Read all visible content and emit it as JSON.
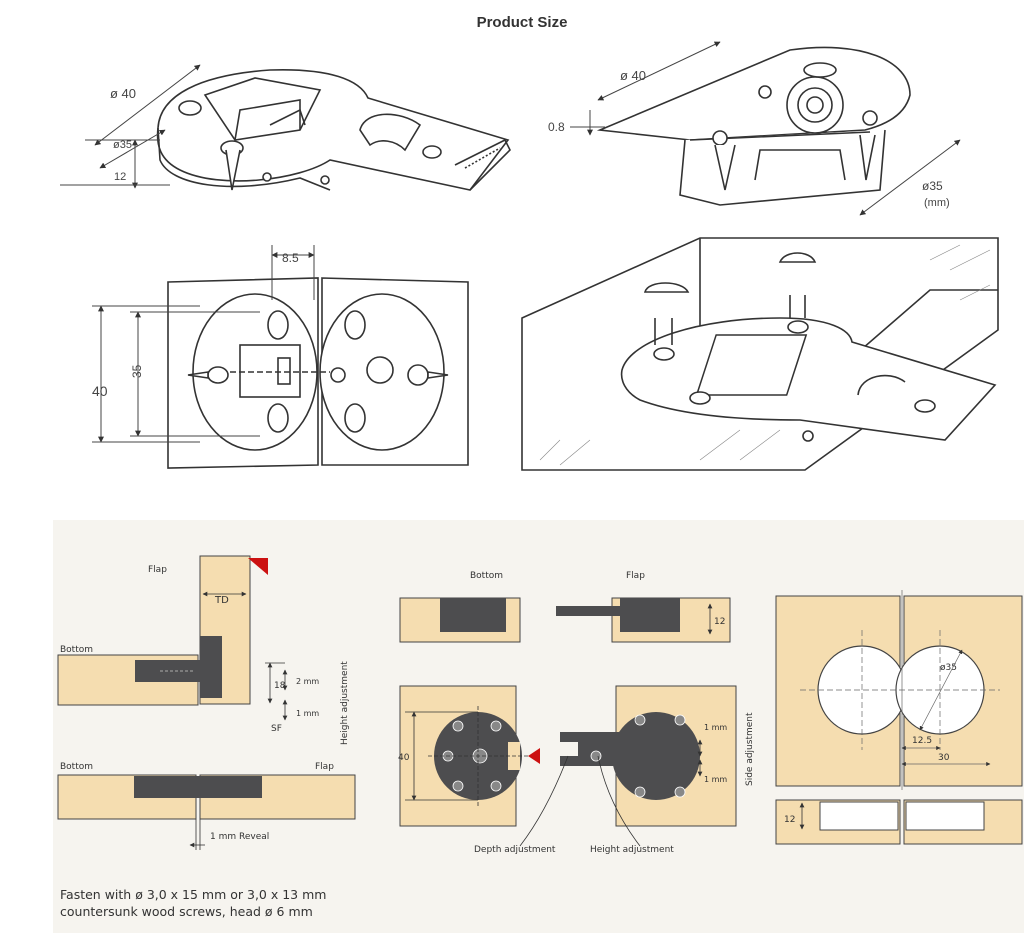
{
  "title": "Product Size",
  "top_left": {
    "d40": "ø 40",
    "d35": "ø35",
    "h12": "12"
  },
  "top_right": {
    "d40": "ø 40",
    "t08": "0.8",
    "d35": "ø35",
    "mm": "(mm)"
  },
  "mid_left": {
    "w85": "8.5",
    "h35": "35",
    "h40": "40"
  },
  "bottom_left": {
    "flap": "Flap",
    "td": "TD",
    "bottom": "Bottom",
    "v18": "18",
    "v2mm": "2 mm",
    "v1mm": "1 mm",
    "sf": "SF",
    "height_adj": "Height adjustment",
    "bottom2": "Bottom",
    "flap2": "Flap",
    "reveal": "1 mm Reveal"
  },
  "bottom_mid": {
    "bottom": "Bottom",
    "flap": "Flap",
    "v12": "12",
    "v40": "40",
    "v1mm_a": "1 mm",
    "v1mm_b": "1 mm",
    "depth": "Depth adjustment",
    "height": "Height adjustment",
    "side_adj": "Side adjustment"
  },
  "bottom_right": {
    "d35": "ø35",
    "v125": "12.5",
    "v30": "30",
    "v12": "12"
  },
  "footer": {
    "line1": "Fasten with ø 3,0 x 15 mm or 3,0 x 13 mm",
    "line2": "countersunk wood screws, head ø 6 mm"
  },
  "colors": {
    "wood": "#f5ddb0",
    "wood_dark": "#f2cf8e",
    "metal": "#4d4d4f",
    "arrow": "#cc1111",
    "panel_bg": "#f6f4ef"
  }
}
